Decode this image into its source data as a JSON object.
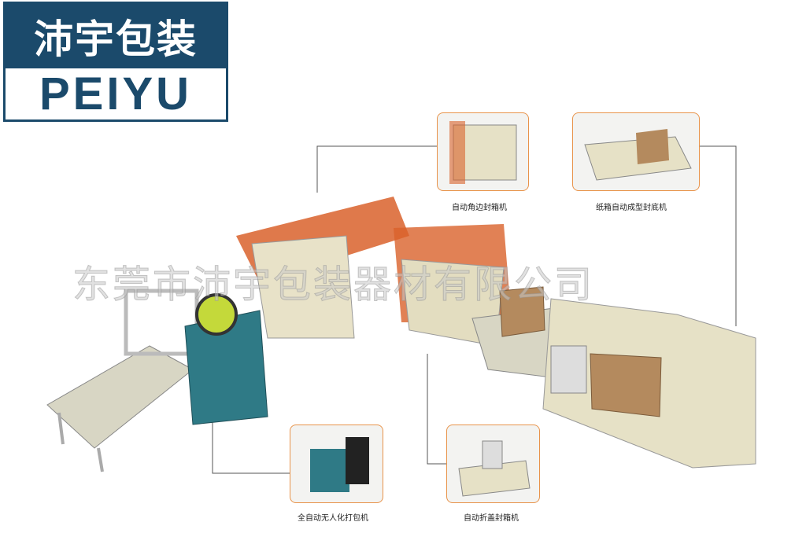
{
  "logo": {
    "chinese": "沛宇包装",
    "english": "PEIYU"
  },
  "watermark": "东莞市沛宇包装器材有限公司",
  "machines": [
    {
      "label": "自动角边封箱机"
    },
    {
      "label": "纸箱自动成型封底机"
    },
    {
      "label": "全自动无人化打包机"
    },
    {
      "label": "自动折盖封箱机"
    }
  ],
  "colors": {
    "brand": "#1b4a6b",
    "frame": "#e8934a",
    "machine_orange": "#d9622b"
  }
}
